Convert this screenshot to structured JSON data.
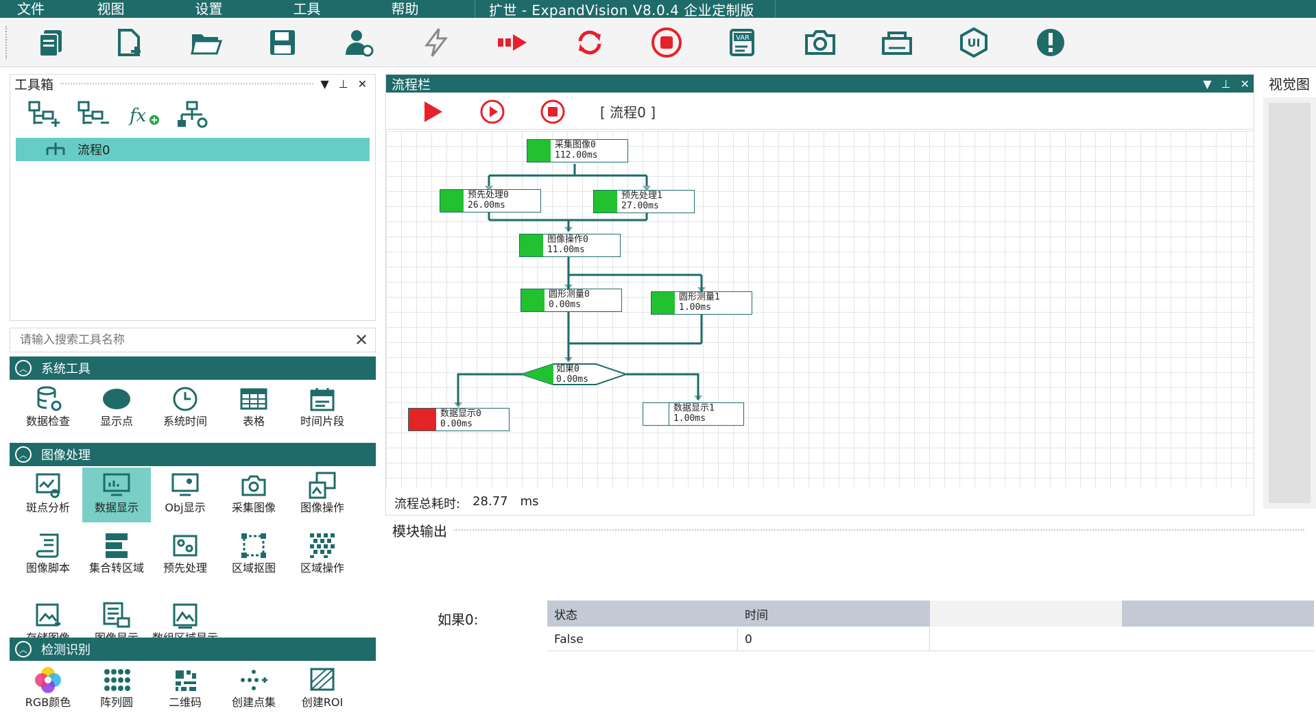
{
  "menu": {
    "items": [
      "文件",
      "视图",
      "设置",
      "工具",
      "帮助"
    ],
    "app_title": "扩世 - ExpandVision V8.0.4 企业定制版"
  },
  "toolbar": {
    "buttons": [
      "open-solution-icon",
      "new-flow-icon",
      "open-folder-icon",
      "save-icon",
      "user-settings-icon",
      "trigger-icon",
      "run-once-icon",
      "loop-run-icon",
      "stop-icon",
      "variable-icon",
      "camera-icon",
      "communication-icon",
      "ui-icon",
      "about-icon"
    ],
    "colors": {
      "accent": "#1e6b6a",
      "danger": "#e8202a"
    }
  },
  "toolbox": {
    "title": "工具箱",
    "flow_item": "流程0",
    "search_placeholder": "请输入搜索工具名称"
  },
  "categories": {
    "system": {
      "title": "系统工具",
      "tools": [
        "数据检查",
        "显示点",
        "系统时间",
        "表格",
        "时间片段"
      ]
    },
    "image": {
      "title": "图像处理",
      "tools": [
        "斑点分析",
        "数据显示",
        "Obj显示",
        "采集图像",
        "图像操作",
        "图像脚本",
        "集合转区域",
        "预先处理",
        "区域抠图",
        "区域操作",
        "存储图像",
        "图像显示",
        "数组区域显示"
      ]
    },
    "detect": {
      "title": "检测识别",
      "tools": [
        "RGB颜色",
        "阵列圆",
        "二维码",
        "创建点集",
        "创建ROI"
      ]
    }
  },
  "flow_panel": {
    "title": "流程栏",
    "flow_name": "[  流程0  ]",
    "nodes": {
      "acquire": {
        "name": "采集图像0",
        "time": "112.00ms"
      },
      "pre0": {
        "name": "预先处理0",
        "time": "26.00ms"
      },
      "pre1": {
        "name": "预先处理1",
        "time": "27.00ms"
      },
      "imgop": {
        "name": "图像操作0",
        "time": "11.00ms"
      },
      "circle0": {
        "name": "圆形测量0",
        "time": "0.00ms"
      },
      "circle1": {
        "name": "圆形测量1",
        "time": "1.00ms"
      },
      "if0": {
        "name": "如果0",
        "time": "0.00ms"
      },
      "disp0": {
        "name": "数据显示0",
        "time": "0.00ms"
      },
      "disp1": {
        "name": "数据显示1",
        "time": "1.00ms"
      }
    },
    "total_label": "流程总耗时:",
    "total_value": "28.77",
    "total_unit": "ms"
  },
  "vision_panel": {
    "title": "视觉图"
  },
  "output_panel": {
    "title": "模块输出",
    "label": "如果0:",
    "headers": [
      "状态",
      "时间"
    ],
    "row": [
      "False",
      "0"
    ]
  }
}
